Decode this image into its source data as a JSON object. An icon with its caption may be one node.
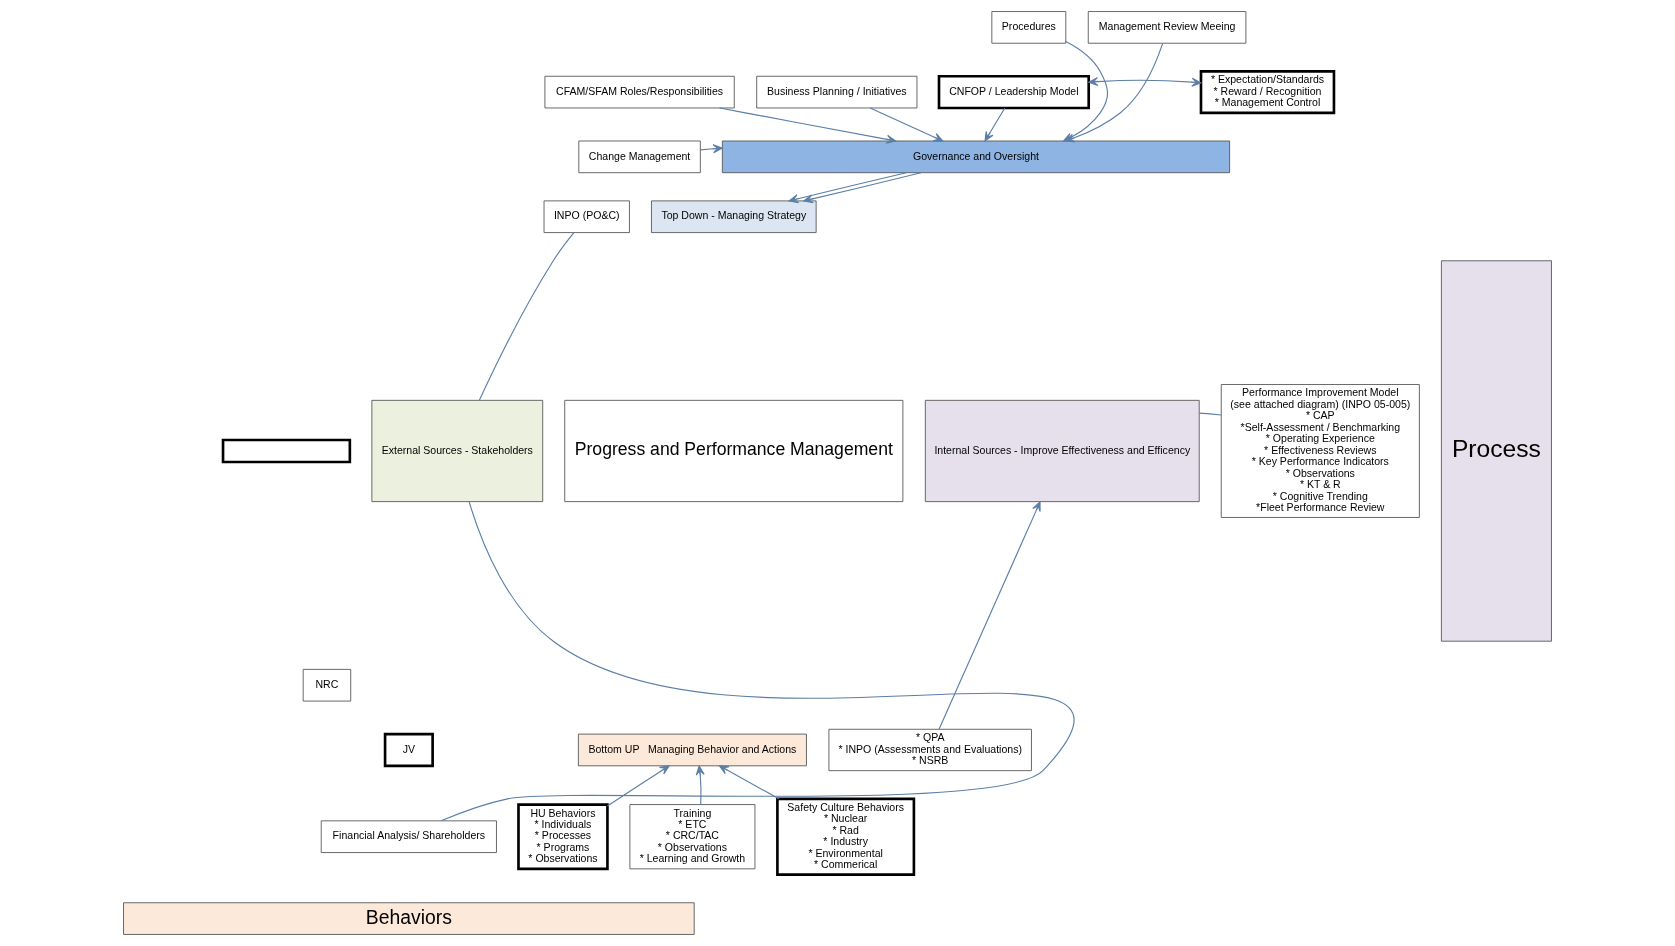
{
  "diagram": {
    "nodes": [
      {
        "text": [
          "Procedures"
        ]
      },
      {
        "text": [
          "Management Review Meeing"
        ]
      },
      {
        "text": [
          "CFAM/SFAM Roles/Responsibilities"
        ]
      },
      {
        "text": [
          "Business Planning / Initiatives"
        ]
      },
      {
        "text": [
          "CNFOP / Leadership Model"
        ]
      },
      {
        "text": [
          "* Expectation/Standards",
          "* Reward / Recognition",
          "* Management Control"
        ]
      },
      {
        "text": [
          "Change Management"
        ]
      },
      {
        "text": [
          "Governance and Oversight"
        ]
      },
      {
        "text": [
          "Performance Improvement Model",
          "(see attached diagram) (INPO 05-005)",
          "* CAP",
          "*Self-Assessment / Benchmarking",
          "* Operating Experience",
          "* Effectiveness Reviews",
          "* Key Performance Indicators",
          "* Observations",
          "* KT & R",
          "* Cognitive Trending",
          "*Fleet Performance Review"
        ]
      },
      {
        "text": [
          "Process"
        ]
      },
      {
        "text": [
          "INPO (PO&C)"
        ]
      },
      {
        "text": [],
        "shape": "box"
      },
      {
        "text": [
          "NRC"
        ]
      },
      {
        "text": [
          "JV"
        ]
      },
      {
        "text": [
          "Financial Analysis/ Shareholders"
        ]
      },
      {
        "text": [
          "External Sources - Stakeholders"
        ]
      },
      {
        "text": [
          "Top Down - Managing Strategy"
        ]
      },
      {
        "text": [
          "Progress and Performance Management"
        ]
      },
      {
        "text": [
          "Bottom UP   Managing Behavior and Actions"
        ]
      },
      {
        "text": [
          "Internal Sources - Improve Effectiveness and Efficency"
        ]
      },
      {
        "text": [
          "* QPA",
          "* INPO (Assessments and Evaluations)",
          "* NSRB"
        ]
      },
      {
        "text": [
          "HU Behaviors",
          "* Individuals",
          "* Processes",
          "* Programs",
          "* Observations"
        ]
      },
      {
        "text": [
          "Training",
          "* ETC",
          "* CRC/TAC",
          "* Observations",
          "* Learning and Growth"
        ]
      },
      {
        "text": [
          "Safety Culture Behaviors",
          "* Nuclear",
          "* Rad",
          "* Industry",
          "* Environmental",
          "* Commerical"
        ]
      },
      {
        "text": [
          "Behaviors"
        ]
      }
    ],
    "edges": [
      {
        "from": 0,
        "to": 7,
        "arrow": "to"
      },
      {
        "from": 1,
        "to": 7,
        "arrow": "to"
      },
      {
        "from": 2,
        "to": 7,
        "arrow": "to"
      },
      {
        "from": 3,
        "to": 7,
        "arrow": "to"
      },
      {
        "from": 4,
        "to": 7,
        "arrow": "to"
      },
      {
        "from": 4,
        "to": 5,
        "arrow": "both"
      },
      {
        "from": 6,
        "to": 7,
        "arrow": "to"
      },
      {
        "from": 7,
        "to": 16,
        "arrow": "to"
      },
      {
        "from": 7,
        "to": 16,
        "arrow": "to"
      },
      {
        "from": 10,
        "to": 15,
        "arrow": "none"
      },
      {
        "from": 14,
        "to": 15,
        "arrow": "none"
      },
      {
        "from": 8,
        "to": 19,
        "arrow": "none"
      },
      {
        "from": 20,
        "to": 19,
        "arrow": "to"
      },
      {
        "from": 21,
        "to": 18,
        "arrow": "to"
      },
      {
        "from": 22,
        "to": 18,
        "arrow": "to"
      },
      {
        "from": 23,
        "to": 18,
        "arrow": "to"
      }
    ]
  }
}
